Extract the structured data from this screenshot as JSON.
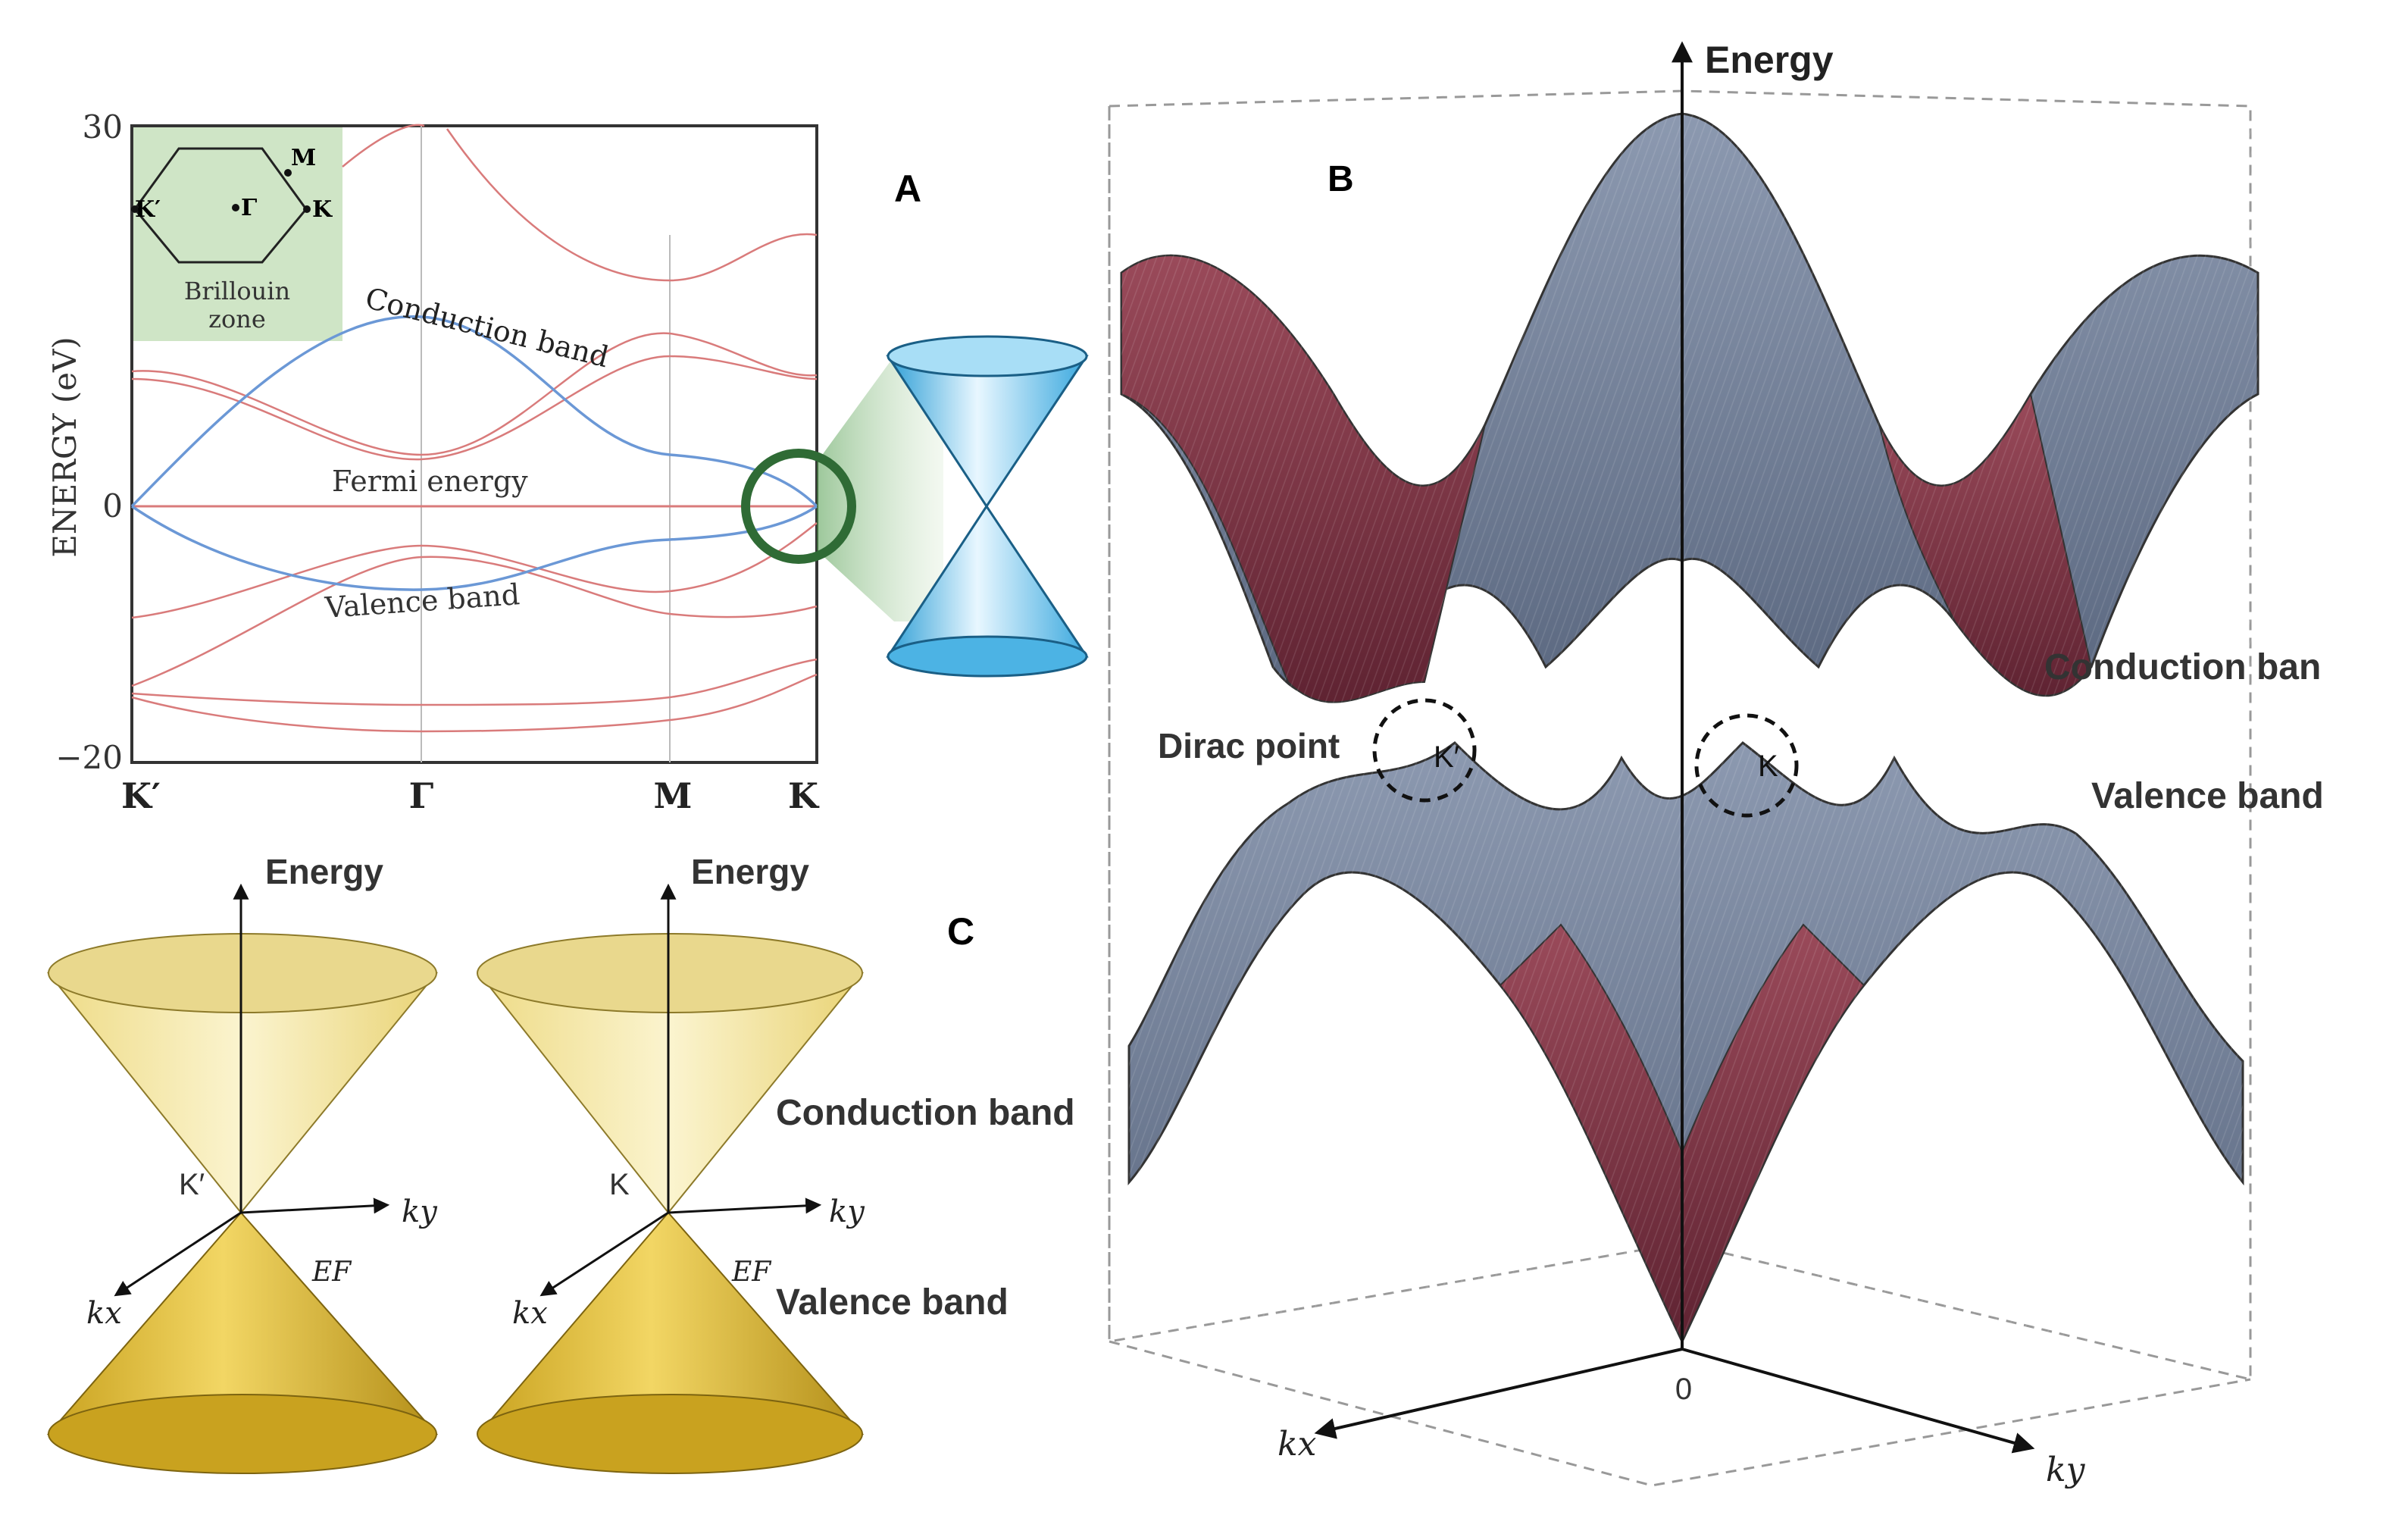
{
  "panels": {
    "a": {
      "letter": "A",
      "y_axis_label": "ENERGY (eV)",
      "y_ticks": [
        "30",
        "0",
        "−20"
      ],
      "x_ticks": [
        "K′",
        "Γ",
        "M",
        "K"
      ],
      "inset": {
        "caption_line1": "Brillouin",
        "caption_line2": "zone",
        "point_m": "M",
        "point_k": "K",
        "point_kp": "K′",
        "point_gamma": "Γ"
      },
      "labels": {
        "conduction": "Conduction band",
        "fermi": "Fermi energy",
        "valence": "Valence band"
      }
    },
    "b": {
      "letter": "B",
      "axis_energy": "Energy",
      "axis_kx": "kx",
      "axis_ky": "ky",
      "origin": "0",
      "dirac_point": "Dirac point",
      "k_prime": "K′",
      "k": "K",
      "conduction": "Conduction ban",
      "valence": "Valence band"
    },
    "c": {
      "letter": "C",
      "left_energy": "Energy",
      "right_energy": "Energy",
      "left_point": "K′",
      "right_point": "K",
      "kx": "kx",
      "ky": "ky",
      "ef": "EF",
      "conduction": "Conduction band",
      "valence": "Valence band"
    }
  },
  "colors": {
    "band_blue": "#6b98d6",
    "band_red": "#d97b7b",
    "inset_green": "#cfe5c6",
    "circle_green": "#2f6b35",
    "cone_blue": "#63c3ea",
    "cone_gold": "#d9b73a",
    "cone_yellow": "#f5e7a1",
    "surface_maroon": "#7a3040",
    "surface_slate": "#6d7c93"
  }
}
